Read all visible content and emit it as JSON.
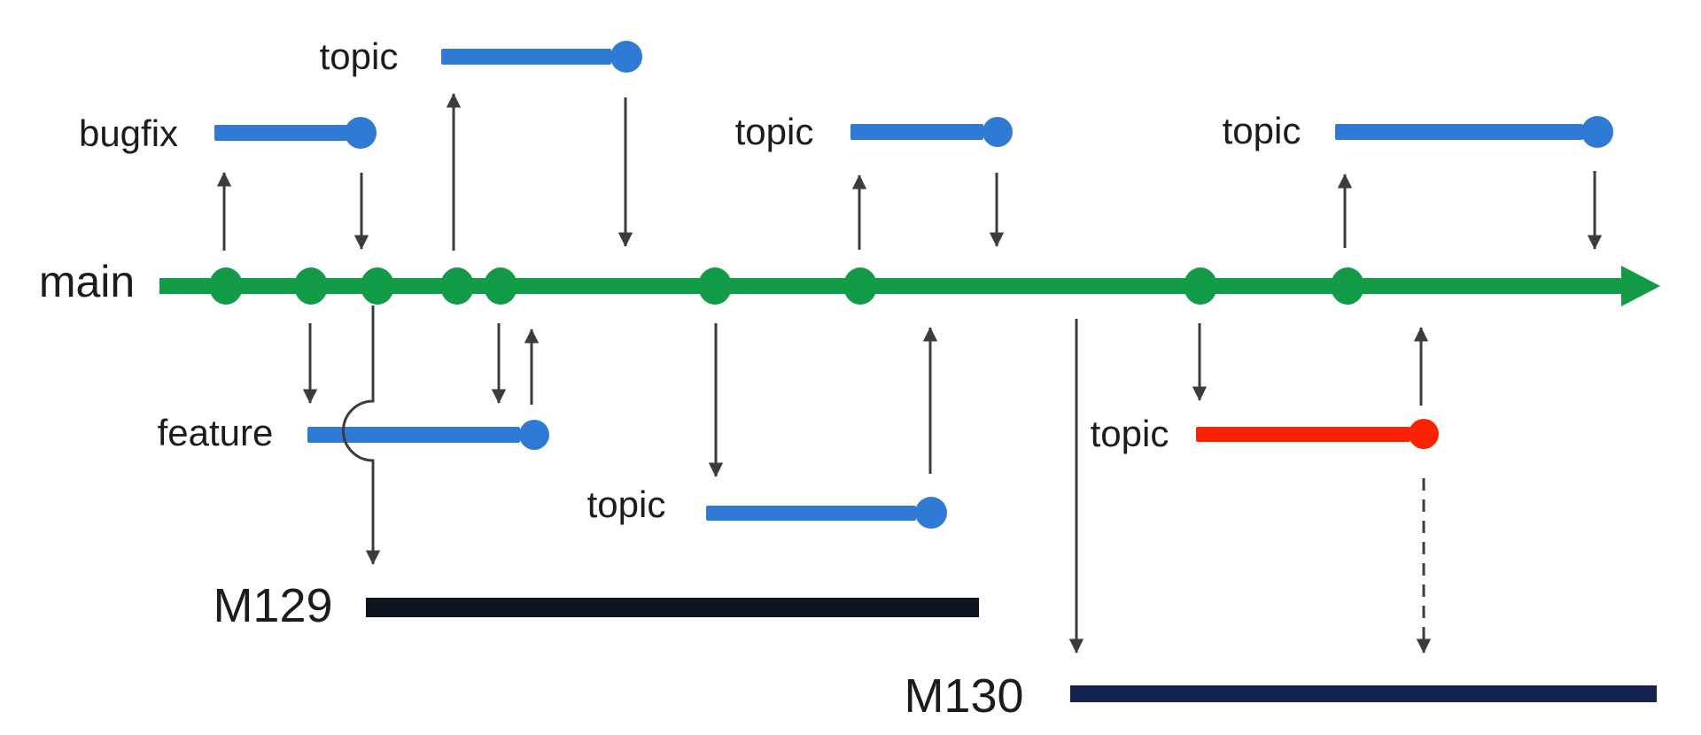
{
  "diagram": {
    "kind": "git-branching-release-diagram",
    "colors": {
      "main_branch_green": "#129b46",
      "topic_branch_blue": "#2e7ad4",
      "abandoned_branch_red": "#fb2204",
      "milestone_m129_bar": "#0d1422",
      "milestone_m130_bar": "#13234e",
      "arrow_gray": "#3c3c3c",
      "label_text": "#1c1c1c"
    },
    "main_branch": {
      "label": "main",
      "commit_count": 9
    },
    "branches": [
      {
        "id": "topic-top-left",
        "label": "topic",
        "color": "#2e7ad4",
        "position": "above-main"
      },
      {
        "id": "bugfix",
        "label": "bugfix",
        "color": "#2e7ad4",
        "position": "above-main"
      },
      {
        "id": "topic-top-middle",
        "label": "topic",
        "color": "#2e7ad4",
        "position": "above-main"
      },
      {
        "id": "topic-top-right",
        "label": "topic",
        "color": "#2e7ad4",
        "position": "above-main"
      },
      {
        "id": "feature",
        "label": "feature",
        "color": "#2e7ad4",
        "position": "below-main"
      },
      {
        "id": "topic-bottom-mid",
        "label": "topic",
        "color": "#2e7ad4",
        "position": "below-main"
      },
      {
        "id": "topic-red",
        "label": "topic",
        "color": "#fb2204",
        "position": "below-main",
        "arrow_to_milestone": "dashed"
      }
    ],
    "milestones": [
      {
        "id": "m129",
        "label": "M129"
      },
      {
        "id": "m130",
        "label": "M130"
      }
    ]
  }
}
